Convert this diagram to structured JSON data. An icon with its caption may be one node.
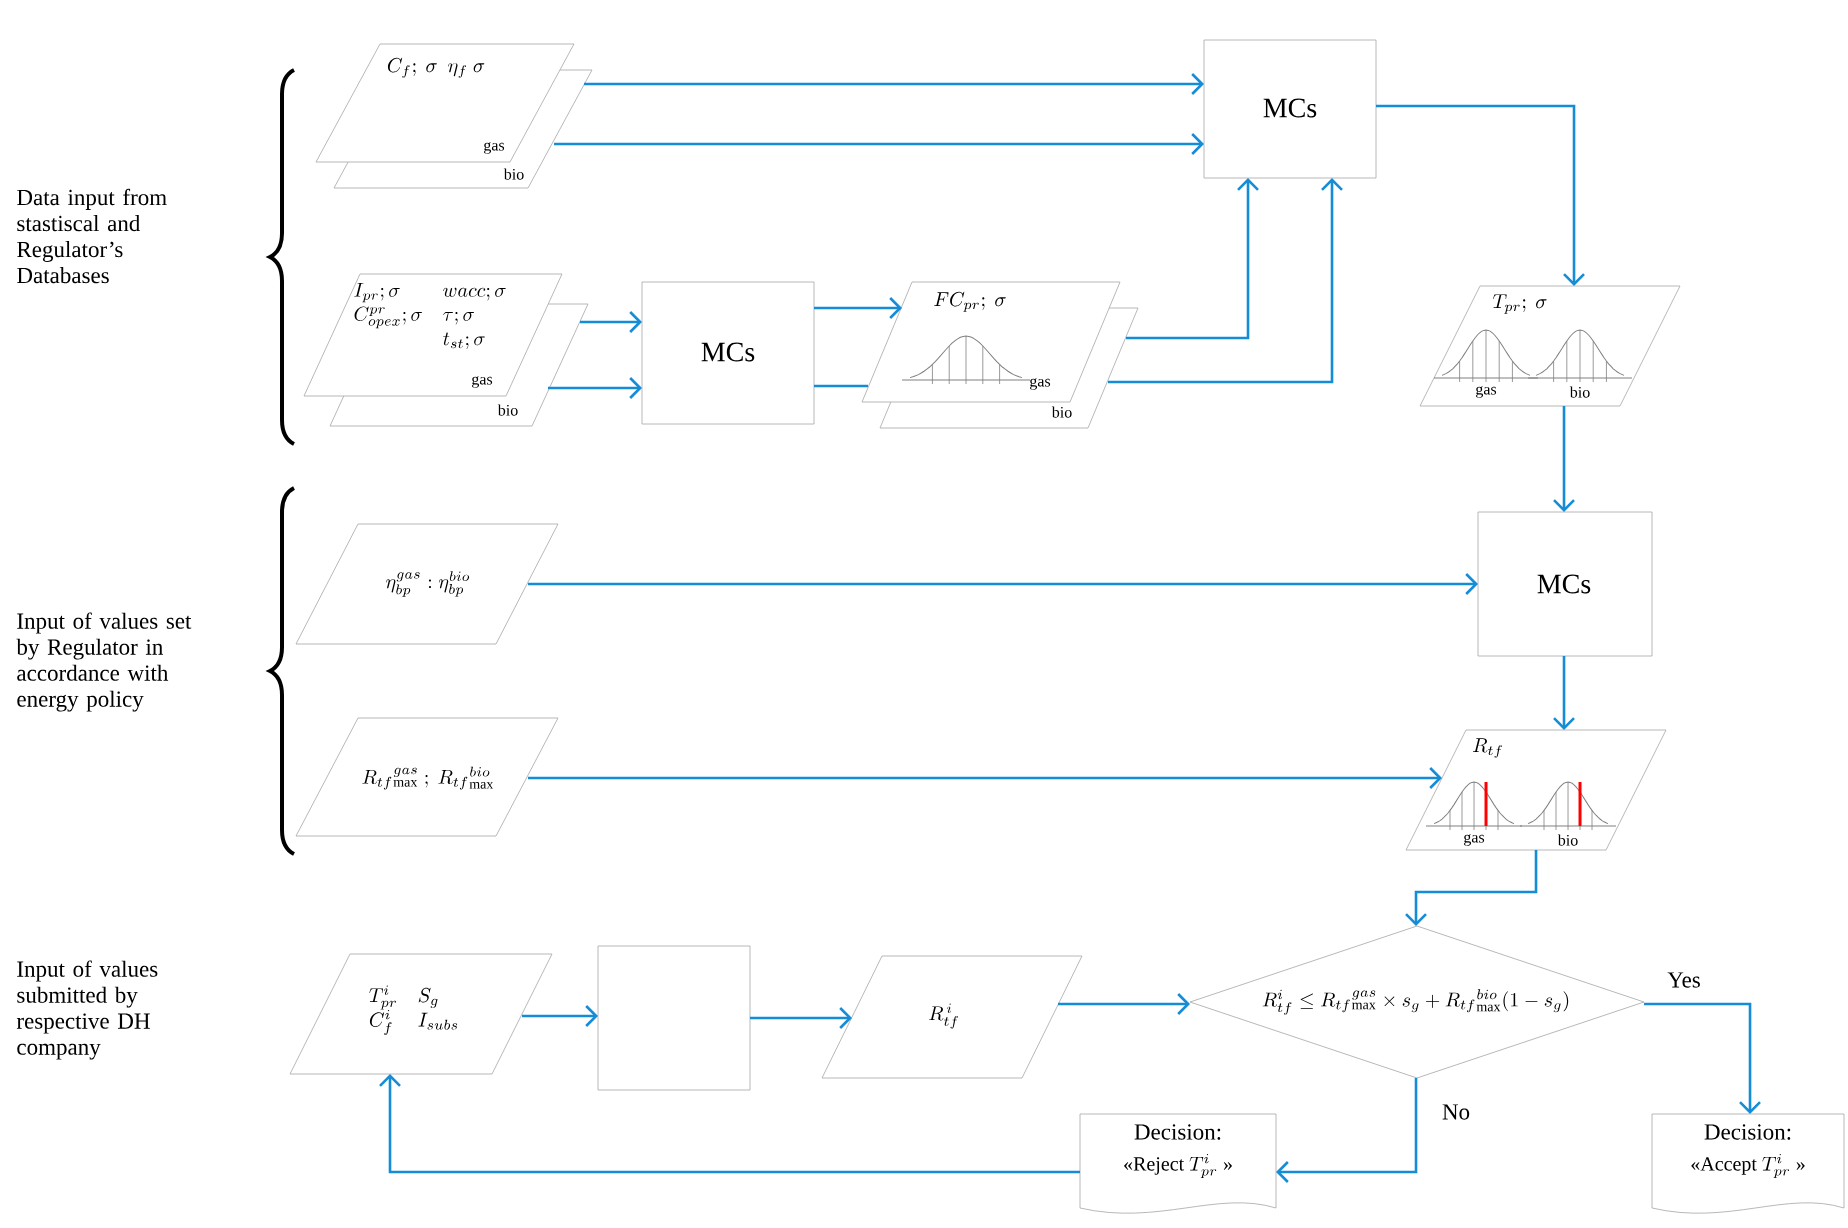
{
  "diagram": {
    "nodes": [
      {
        "text": [
          "C_{f};\\ \\sigma\\ \\ \\eta_{f}\\ \\sigma",
          "gas",
          "bio"
        ]
      },
      {
        "text": [
          "MCs"
        ]
      },
      {
        "text": [
          "\\begin{array}{ll} I_{pr};\\sigma & wacc;\\sigma \\\\ C^{pr}_{opex};\\sigma & \\tau;\\sigma \\\\ & t_{st};\\sigma \\end{array}",
          "gas",
          "bio"
        ]
      },
      {
        "text": [
          "MCs"
        ]
      },
      {
        "text": [
          "FC_{pr};\\ \\sigma",
          "gas",
          "bio"
        ]
      },
      {
        "text": [
          "T_{pr};\\ \\sigma",
          "gas",
          "bio"
        ]
      },
      {
        "text": [
          "\\eta^{gas}_{bp} : \\eta^{bio}_{bp}"
        ]
      },
      {
        "text": [
          "MCs"
        ]
      },
      {
        "text": [
          "R_{tf}{}^{gas}_{\\max}\\ ;\\ R_{tf}{}^{bio}_{\\max}"
        ]
      },
      {
        "text": [
          "R_{tf}",
          "gas",
          "bio"
        ]
      },
      {
        "text": [
          "\\begin{array}{ll} T^{i}_{pr} & S_{g} \\\\ C^{i}_{f} & I_{subs} \\end{array}"
        ]
      },
      {
        "text": [],
        "shape": "box"
      },
      {
        "text": [
          "R^{\\,i}_{tf}"
        ]
      },
      {
        "text": [
          "R^{i}_{tf} \\le R_{tf}{}^{gas}_{\\max} \\times s_{g} + R_{tf}{}^{bio}_{\\max}(1-s_{g})"
        ]
      },
      {
        "text": [
          "Decision:",
          "\\text{«Reject }T^{i}_{pr}\\text{ »}"
        ]
      },
      {
        "text": [
          "Decision:",
          "\\text{«Accept }T^{i}_{pr}\\text{ »}"
        ]
      }
    ],
    "edges": [
      {
        "from": 0,
        "to": 1,
        "arrow": "to"
      },
      {
        "from": 0,
        "to": 1,
        "arrow": "to"
      },
      {
        "from": 2,
        "to": 3,
        "arrow": "to"
      },
      {
        "from": 2,
        "to": 3,
        "arrow": "to"
      },
      {
        "from": 3,
        "to": 4,
        "arrow": "to"
      },
      {
        "from": 3,
        "to": 4,
        "arrow": "none"
      },
      {
        "from": 4,
        "to": 1,
        "arrow": "to"
      },
      {
        "from": 4,
        "to": 1,
        "arrow": "to"
      },
      {
        "from": 1,
        "to": 5,
        "arrow": "to"
      },
      {
        "from": 5,
        "to": 7,
        "arrow": "to"
      },
      {
        "from": 6,
        "to": 7,
        "arrow": "to"
      },
      {
        "from": 8,
        "to": 9,
        "arrow": "to"
      },
      {
        "from": 7,
        "to": 9,
        "arrow": "to"
      },
      {
        "from": 9,
        "to": 13,
        "arrow": "to"
      },
      {
        "from": 10,
        "to": 11,
        "arrow": "to"
      },
      {
        "from": 11,
        "to": 12,
        "arrow": "to"
      },
      {
        "from": 12,
        "to": 13,
        "arrow": "to"
      },
      {
        "from": 13,
        "to": 15,
        "arrow": "to",
        "label": "Yes"
      },
      {
        "from": 13,
        "to": 14,
        "arrow": "to",
        "label": "No"
      },
      {
        "from": 14,
        "to": 10,
        "arrow": "to"
      }
    ],
    "labels": [
      "Data input from stastiscal and Regulator’s Databases",
      "Input of values set by Regulator in accordance with energy policy",
      "Input of values submitted by respective DH company"
    ]
  }
}
